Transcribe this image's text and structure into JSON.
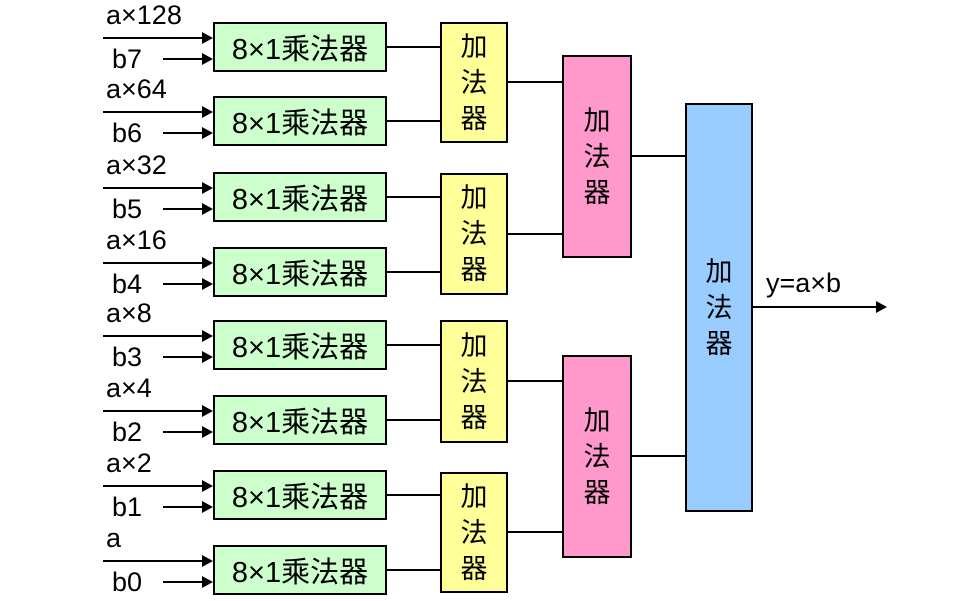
{
  "diagram": {
    "rows": [
      {
        "input_a": "a×128",
        "input_b": "b7",
        "multiplier_label": "8×1乘法器"
      },
      {
        "input_a": "a×64",
        "input_b": "b6",
        "multiplier_label": "8×1乘法器"
      },
      {
        "input_a": "a×32",
        "input_b": "b5",
        "multiplier_label": "8×1乘法器"
      },
      {
        "input_a": "a×16",
        "input_b": "b4",
        "multiplier_label": "8×1乘法器"
      },
      {
        "input_a": "a×8",
        "input_b": "b3",
        "multiplier_label": "8×1乘法器"
      },
      {
        "input_a": "a×4",
        "input_b": "b2",
        "multiplier_label": "8×1乘法器"
      },
      {
        "input_a": "a×2",
        "input_b": "b1",
        "multiplier_label": "8×1乘法器"
      },
      {
        "input_a": "a",
        "input_b": "b0",
        "multiplier_label": "8×1乘法器"
      }
    ],
    "level1_adders": [
      {
        "label": "加法器"
      },
      {
        "label": "加法器"
      },
      {
        "label": "加法器"
      },
      {
        "label": "加法器"
      }
    ],
    "level2_adders": [
      {
        "label": "加法器"
      },
      {
        "label": "加法器"
      }
    ],
    "final_adder": {
      "label": "加法器"
    },
    "output_label": "y=a×b",
    "colors": {
      "multiplier-fill": "#ccffcc",
      "adder1-fill": "#ffff99",
      "adder2-fill": "#ff99cc",
      "adder3-fill": "#99ccff",
      "line": "#000000",
      "background": "#ffffff"
    }
  }
}
